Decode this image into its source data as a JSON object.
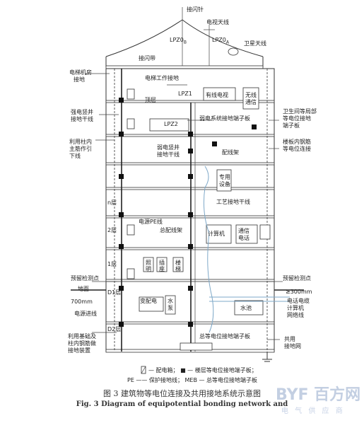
{
  "labels": {
    "lightning_rod": "接闪针",
    "tv_antenna": "电视天线",
    "lpz0b": "LPZ0",
    "lpz0b_sub": "B",
    "lpz0a": "LPZ0",
    "lpz0a_sub": "A",
    "satellite_antenna": "卫星天线",
    "air_termination_band": "接闪带",
    "elevator_room_grounding": [
      "电梯机房",
      "接地"
    ],
    "elevator_work_grounding": "电梯工作接地",
    "lpz1": "LPZ1",
    "cable_tv": "有线电视",
    "wireless_comm": [
      "无线",
      "通信"
    ],
    "top_floor": "顶层",
    "lpz2": "LPZ2",
    "strong_shaft": [
      "强电竖井",
      "接地干线"
    ],
    "weak_terminal_board": "弱电系统接地端子板",
    "bathroom_terminal": [
      "卫生间等局部",
      "等电位接地",
      "端子板"
    ],
    "column_rebar_downconductor": [
      "利用柱内",
      "主筋作引",
      "下线"
    ],
    "weak_shaft": [
      "弱电竖井",
      "接地干线"
    ],
    "distribution_frame": "配线架",
    "floor_rebar_bonding": [
      "楼板内钢筋",
      "等电位连接"
    ],
    "special_equipment": [
      "专用",
      "设备"
    ],
    "floor_n": "n层",
    "process_trunk": "工艺接地干线",
    "pe_line": "电源PE线",
    "main_frame": "总配线架",
    "floor_2": "2层",
    "computer": "计算机",
    "telecom": [
      "通信",
      "电话"
    ],
    "floor_1": "1层",
    "lamp": [
      "照",
      "明"
    ],
    "socket": [
      "插",
      "座"
    ],
    "elevator": [
      "楼",
      "梯"
    ],
    "reserved_test_left": "预留检测点",
    "reserved_test_right": "预留检测点",
    "outdoor_ground": "地面",
    "depth_700": "700mm",
    "ge_300": "≥300mm",
    "d1": "D1层",
    "power_cable": "电源进线",
    "distribution_room": "变配电",
    "water_pump": [
      "水",
      "泵"
    ],
    "water_tank": "水池",
    "telecom_cable": [
      "电话电缆",
      "计算机",
      "网络线"
    ],
    "d2": "D2层",
    "main_terminal_board": "总等电位接地端子板",
    "foundation_grounding": [
      "利用基础及",
      "柱内钢筋做",
      "接地装置"
    ],
    "shared_grounding": [
      "共用",
      "接地网"
    ]
  },
  "legend": {
    "line1": "— 配电箱；  ■ — 楼层等电位接地端子板；",
    "line2": "PE —— 保护接地线；  MEB — 总等电位接地端子板"
  },
  "caption": {
    "cn": "图 3   建筑物等电位连接及共用接地系统示意图",
    "en": "Fig. 3   Diagram of equipotential bonding network and"
  },
  "watermark": {
    "text": "BYF 百方网",
    "sub": "电 气 供 应 商"
  }
}
